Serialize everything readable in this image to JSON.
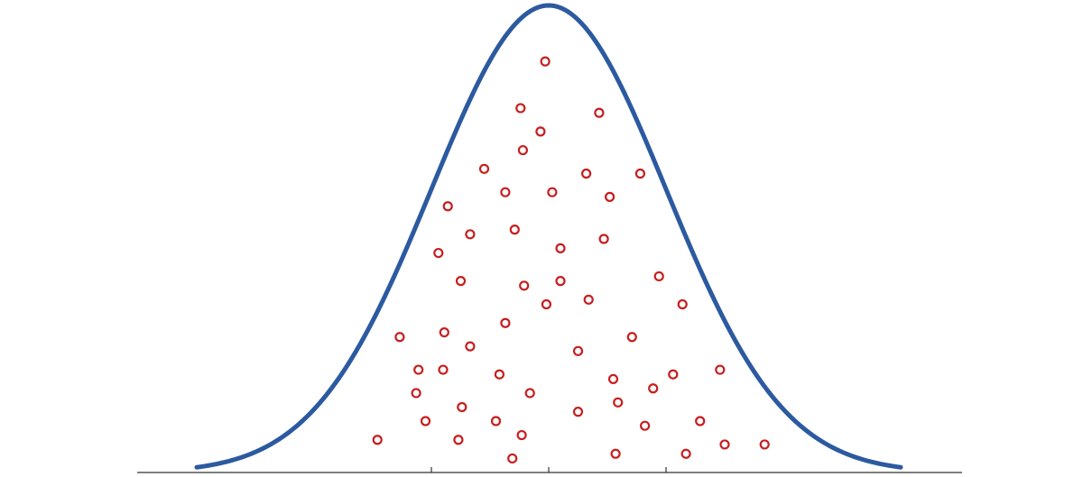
{
  "chart_data": {
    "type": "scatter",
    "title": "",
    "xlabel": "",
    "ylabel": "",
    "xlim": [
      -3.5,
      3.5
    ],
    "ylim": [
      0,
      1.0
    ],
    "grid": false,
    "legend": "none",
    "curve": {
      "type": "normal-density",
      "mean": 0,
      "sd": 1,
      "peak": 1.0,
      "x_range": [
        -3,
        3
      ],
      "color": "#2c5aa0"
    },
    "x_ticks": [
      -1,
      0,
      1
    ],
    "point_color": "#c81e1e",
    "points": [
      {
        "x": -0.03,
        "y": 0.88
      },
      {
        "x": -0.24,
        "y": 0.78
      },
      {
        "x": 0.43,
        "y": 0.77
      },
      {
        "x": -0.07,
        "y": 0.73
      },
      {
        "x": -0.22,
        "y": 0.69
      },
      {
        "x": -0.55,
        "y": 0.65
      },
      {
        "x": 0.32,
        "y": 0.64
      },
      {
        "x": 0.78,
        "y": 0.64
      },
      {
        "x": -0.37,
        "y": 0.6
      },
      {
        "x": 0.03,
        "y": 0.6
      },
      {
        "x": 0.52,
        "y": 0.59
      },
      {
        "x": -0.86,
        "y": 0.57
      },
      {
        "x": -0.29,
        "y": 0.52
      },
      {
        "x": -0.67,
        "y": 0.51
      },
      {
        "x": 0.47,
        "y": 0.5
      },
      {
        "x": 0.1,
        "y": 0.48
      },
      {
        "x": -0.94,
        "y": 0.47
      },
      {
        "x": 0.94,
        "y": 0.42
      },
      {
        "x": -0.75,
        "y": 0.41
      },
      {
        "x": 0.1,
        "y": 0.41
      },
      {
        "x": -0.21,
        "y": 0.4
      },
      {
        "x": 0.34,
        "y": 0.37
      },
      {
        "x": 1.14,
        "y": 0.36
      },
      {
        "x": -0.02,
        "y": 0.36
      },
      {
        "x": -0.37,
        "y": 0.32
      },
      {
        "x": -0.89,
        "y": 0.3
      },
      {
        "x": -1.27,
        "y": 0.29
      },
      {
        "x": 0.71,
        "y": 0.29
      },
      {
        "x": -0.67,
        "y": 0.27
      },
      {
        "x": 0.25,
        "y": 0.26
      },
      {
        "x": -1.11,
        "y": 0.22
      },
      {
        "x": -0.9,
        "y": 0.22
      },
      {
        "x": -0.42,
        "y": 0.21
      },
      {
        "x": 1.46,
        "y": 0.22
      },
      {
        "x": 1.06,
        "y": 0.21
      },
      {
        "x": 0.55,
        "y": 0.2
      },
      {
        "x": 0.89,
        "y": 0.18
      },
      {
        "x": -1.13,
        "y": 0.17
      },
      {
        "x": -0.16,
        "y": 0.17
      },
      {
        "x": 0.59,
        "y": 0.15
      },
      {
        "x": -0.74,
        "y": 0.14
      },
      {
        "x": 0.25,
        "y": 0.13
      },
      {
        "x": -1.05,
        "y": 0.11
      },
      {
        "x": -0.45,
        "y": 0.11
      },
      {
        "x": 0.82,
        "y": 0.1
      },
      {
        "x": 1.29,
        "y": 0.11
      },
      {
        "x": -0.23,
        "y": 0.08
      },
      {
        "x": -1.46,
        "y": 0.07
      },
      {
        "x": -0.77,
        "y": 0.07
      },
      {
        "x": 1.5,
        "y": 0.06
      },
      {
        "x": 1.84,
        "y": 0.06
      },
      {
        "x": 0.57,
        "y": 0.04
      },
      {
        "x": 1.17,
        "y": 0.04
      },
      {
        "x": -0.31,
        "y": 0.03
      }
    ]
  }
}
